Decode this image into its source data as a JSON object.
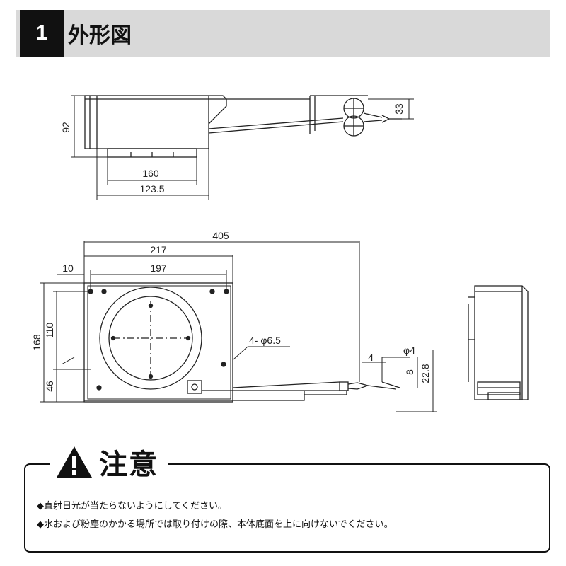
{
  "header": {
    "number": "1",
    "title": "外形図"
  },
  "drawing": {
    "top_view": {
      "dim_height": "92",
      "dim_right": "33",
      "dim_inner": "160",
      "dim_outer": "123.5"
    },
    "plan_view": {
      "dim_total": "405",
      "dim_mid": "217",
      "dim_left_margin": "10",
      "dim_inner": "197",
      "dim_height": "168",
      "dim_upper": "110",
      "dim_lower": "46",
      "hole_label": "4- φ6.5",
      "cable_dia": "φ4",
      "cable_offset": "4",
      "cable_a": "8",
      "cable_b": "22.8"
    }
  },
  "caution": {
    "title": "注意",
    "notes": [
      "◆直射日光が当たらないようにしてください。",
      "◆水および粉塵のかかる場所では取り付けの際、本体底面を上に向けないでください。"
    ]
  }
}
